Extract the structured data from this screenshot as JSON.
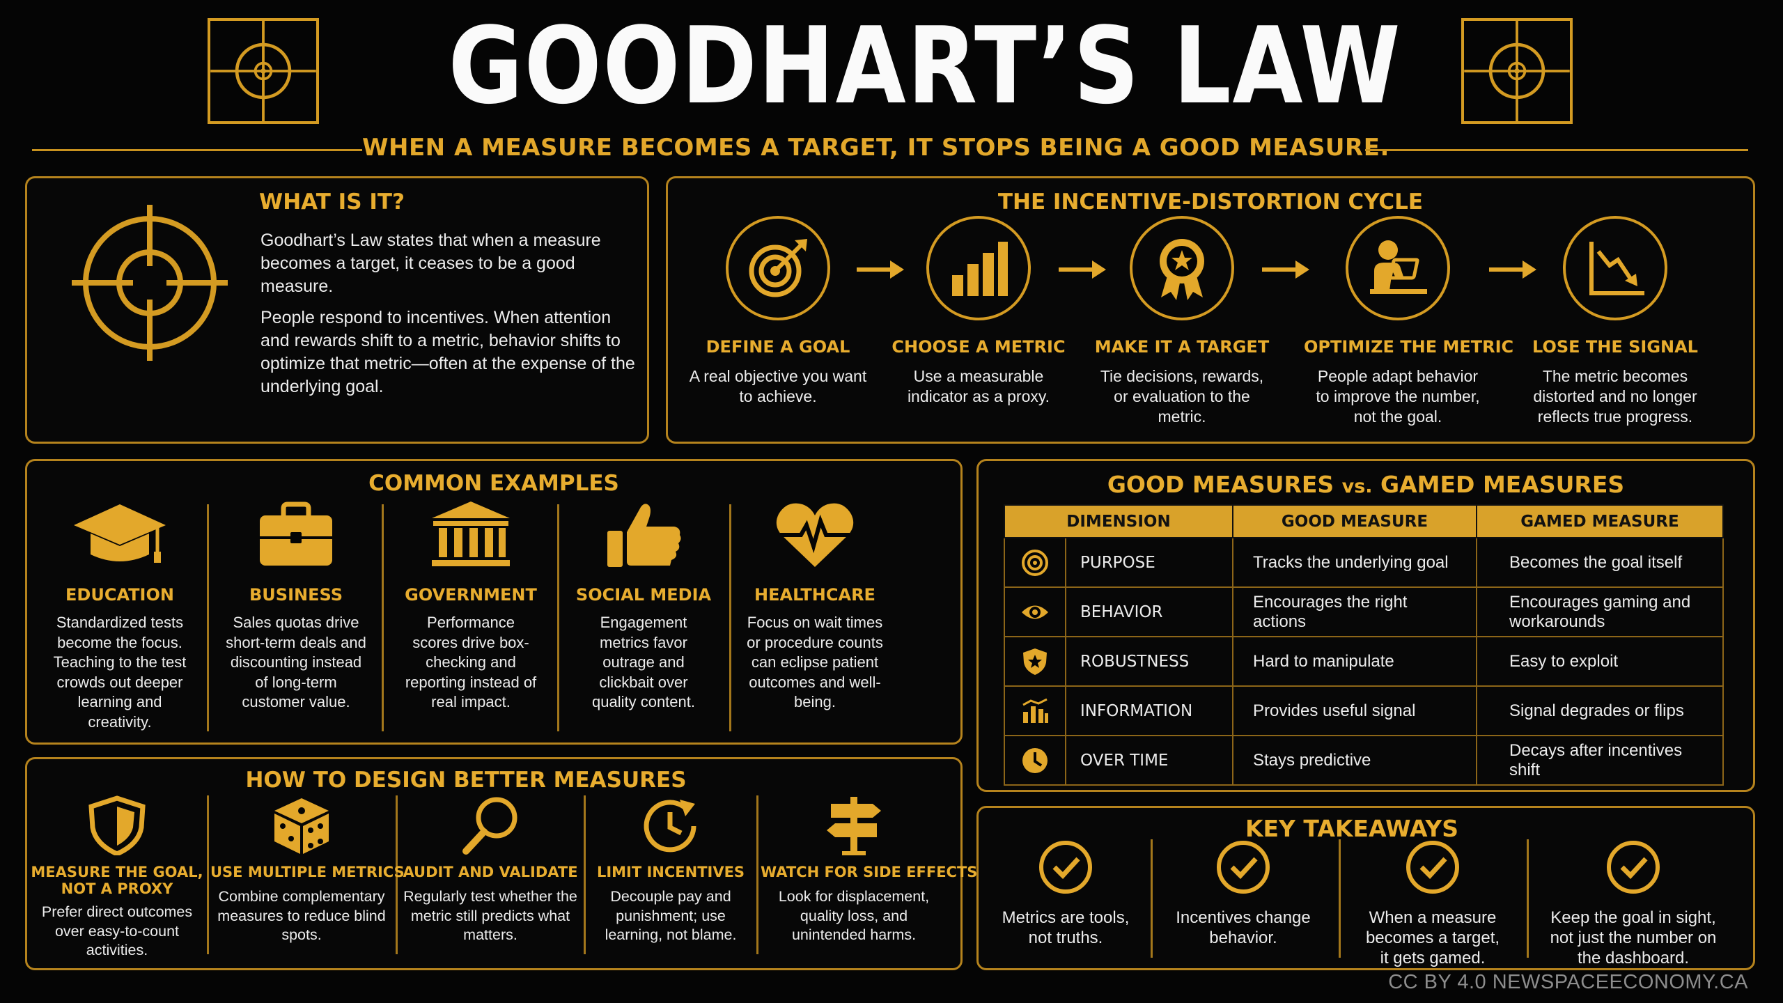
{
  "header": {
    "title": "GOODHART’S LAW",
    "subtitle": "WHEN A MEASURE BECOMES A TARGET, IT STOPS BEING A GOOD MEASURE."
  },
  "what": {
    "title": "WHAT IS IT?",
    "p1": "Goodhart’s Law states that when a measure becomes a target, it ceases to be a good measure.",
    "p2": "People respond to incentives. When attention and rewards shift to a metric, behavior shifts to optimize that metric—often at the expense of the underlying goal."
  },
  "cycle": {
    "title": "THE INCENTIVE-DISTORTION CYCLE",
    "steps": [
      {
        "label": "DEFINE A GOAL",
        "desc": "A real objective you want to achieve.",
        "icon": "target-arrow-icon"
      },
      {
        "label": "CHOOSE A METRIC",
        "desc": "Use a measurable indicator as a proxy.",
        "icon": "bar-chart-icon"
      },
      {
        "label": "MAKE IT A TARGET",
        "desc": "Tie decisions, rewards, or evaluation to the metric.",
        "icon": "award-ribbon-icon"
      },
      {
        "label": "OPTIMIZE THE METRIC",
        "desc": "People adapt behavior to improve the number, not the goal.",
        "icon": "person-laptop-icon"
      },
      {
        "label": "LOSE THE SIGNAL",
        "desc": "The metric becomes distorted and no longer reflects true progress.",
        "icon": "chart-down-icon"
      }
    ]
  },
  "examples": {
    "title": "COMMON EXAMPLES",
    "items": [
      {
        "label": "EDUCATION",
        "desc": "Standardized tests become the focus. Teaching to the test crowds out deeper learning and creativity.",
        "icon": "graduation-cap-icon"
      },
      {
        "label": "BUSINESS",
        "desc": "Sales quotas drive short-term deals and discounting instead of long-term customer value.",
        "icon": "briefcase-icon"
      },
      {
        "label": "GOVERNMENT",
        "desc": "Performance scores drive box-checking and reporting instead of real impact.",
        "icon": "government-building-icon"
      },
      {
        "label": "SOCIAL MEDIA",
        "desc": "Engagement metrics favor outrage and clickbait over quality content.",
        "icon": "thumbs-up-icon"
      },
      {
        "label": "HEALTHCARE",
        "desc": "Focus on wait times or procedure counts can eclipse patient outcomes and well-being.",
        "icon": "heart-pulse-icon"
      }
    ]
  },
  "design": {
    "title": "HOW TO DESIGN BETTER MEASURES",
    "items": [
      {
        "label1": "MEASURE THE GOAL,",
        "label2": "NOT A PROXY",
        "desc": "Prefer direct outcomes over easy-to-count activities.",
        "icon": "shield-icon"
      },
      {
        "label1": "USE MULTIPLE METRICS",
        "label2": "",
        "desc": "Combine complementary measures to reduce blind spots.",
        "icon": "dice-icon"
      },
      {
        "label1": "AUDIT AND VALIDATE",
        "label2": "",
        "desc": "Regularly test whether the metric still predicts what matters.",
        "icon": "magnifier-icon"
      },
      {
        "label1": "LIMIT INCENTIVES",
        "label2": "",
        "desc": "Decouple pay and punishment; use learning, not blame.",
        "icon": "clock-arrow-icon"
      },
      {
        "label1": "WATCH FOR SIDE EFFECTS",
        "label2": "",
        "desc": "Look for displacement, quality loss, and unintended harms.",
        "icon": "signpost-icon"
      }
    ]
  },
  "comparison": {
    "title_a": "GOOD MEASURES ",
    "title_vs": "vs.",
    "title_b": " GAMED MEASURES",
    "headers": [
      "DIMENSION",
      "GOOD MEASURE",
      "GAMED MEASURE"
    ],
    "rows": [
      {
        "dimension": "PURPOSE",
        "good": "Tracks the underlying goal",
        "gamed": "Becomes the goal itself",
        "icon": "target-icon"
      },
      {
        "dimension": "BEHAVIOR",
        "good": "Encourages the right actions",
        "gamed": "Encourages gaming and workarounds",
        "icon": "eye-icon"
      },
      {
        "dimension": "ROBUSTNESS",
        "good": "Hard to manipulate",
        "gamed": "Easy to exploit",
        "icon": "shield-star-icon"
      },
      {
        "dimension": "INFORMATION",
        "good": "Provides useful signal",
        "gamed": "Signal degrades or flips",
        "icon": "signal-chart-icon"
      },
      {
        "dimension": "OVER TIME",
        "good": "Stays predictive",
        "gamed": "Decays after incentives shift",
        "icon": "clock-icon"
      }
    ]
  },
  "takeaways": {
    "title": "KEY TAKEAWAYS",
    "items": [
      {
        "desc": "Metrics are tools, not truths."
      },
      {
        "desc": "Incentives change behavior."
      },
      {
        "desc": "When a measure becomes a target, it gets gamed."
      },
      {
        "desc": "Keep the goal in sight, not just the number on the dashboard."
      }
    ]
  },
  "credit": "CC BY 4.0 NEWSPACEECONOMY.CA",
  "colors": {
    "accent": "#e3a82b",
    "background": "#050505",
    "text": "#ececec",
    "muted": "#8d8d8d"
  }
}
